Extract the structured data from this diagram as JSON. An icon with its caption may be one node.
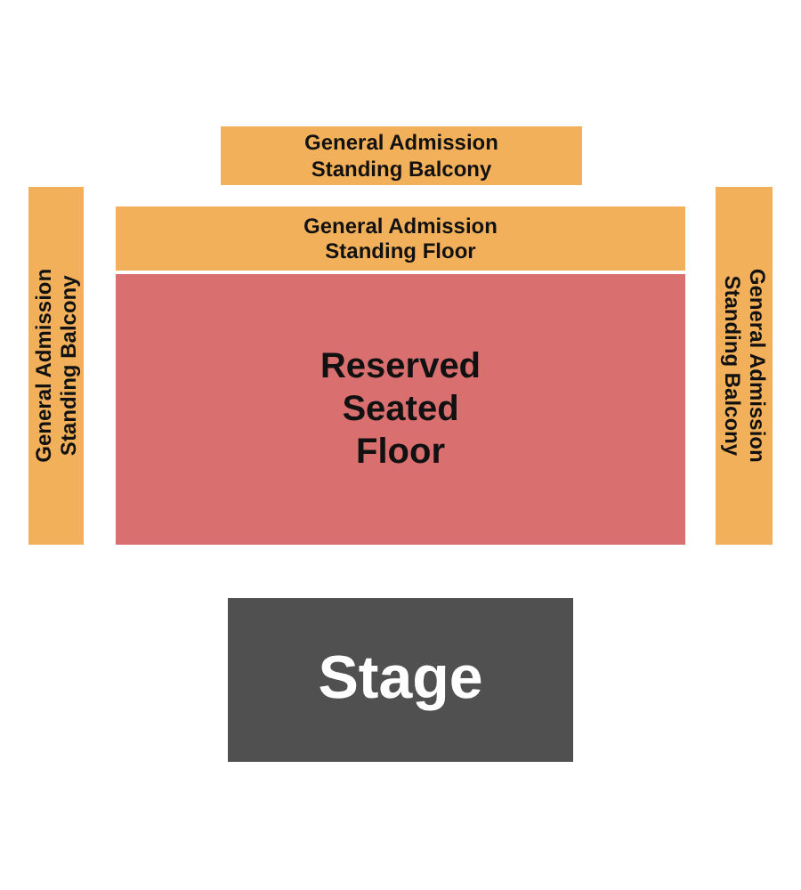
{
  "diagram": {
    "nodes": [
      {
        "text": [
          "General Admission Standing Balcony"
        ]
      },
      {
        "text": [
          "General Admission Standing Floor"
        ]
      },
      {
        "text": [
          "General Admission Standing Balcony"
        ]
      },
      {
        "text": [
          "Reserved Seated Floor"
        ]
      },
      {
        "text": [
          "General Admission Standing Balcony"
        ]
      },
      {
        "text": [
          "Stage"
        ]
      }
    ]
  }
}
